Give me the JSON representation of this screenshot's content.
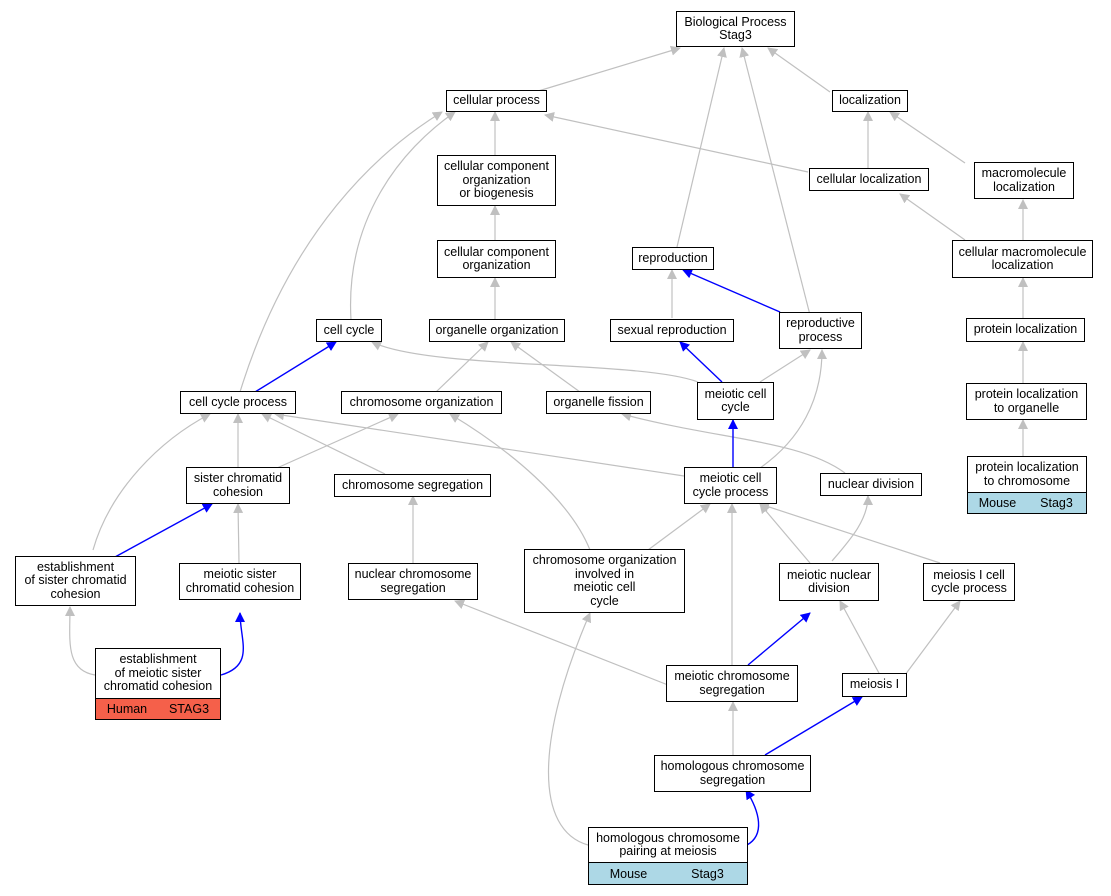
{
  "nodes": {
    "bp": "Biological Process\nStag3",
    "cellular_process": "cellular process",
    "localization": "localization",
    "ccob": "cellular component\norganization\nor biogenesis",
    "cellular_localization": "cellular localization",
    "macromolecule_localization": "macromolecule\nlocalization",
    "cco": "cellular component\norganization",
    "reproduction": "reproduction",
    "cellular_macromolecule_localization": "cellular macromolecule\nlocalization",
    "cell_cycle": "cell cycle",
    "organelle_organization": "organelle organization",
    "sexual_reproduction": "sexual reproduction",
    "reproductive_process": "reproductive\nprocess",
    "protein_localization": "protein localization",
    "cell_cycle_process": "cell cycle process",
    "chromosome_organization": "chromosome organization",
    "organelle_fission": "organelle fission",
    "meiotic_cell_cycle": "meiotic cell\ncycle",
    "protein_localization_to_organelle": "protein localization\nto organelle",
    "sister_chromatid_cohesion": "sister chromatid\ncohesion",
    "chromosome_segregation": "chromosome segregation",
    "meiotic_cell_cycle_process": "meiotic cell\ncycle process",
    "nuclear_division": "nuclear division",
    "protein_localization_to_chromosome": "protein localization\nto chromosome",
    "establishment_sister": "establishment\nof sister chromatid\ncohesion",
    "meiotic_sister": "meiotic sister\nchromatid cohesion",
    "nuclear_chromosome_segregation": "nuclear chromosome\nsegregation",
    "chrom_org_meiotic": "chromosome organization\ninvolved in\nmeiotic cell\ncycle",
    "meiotic_nuclear_division": "meiotic nuclear\ndivision",
    "meiosis_i_cell_cycle": "meiosis I cell\ncycle process",
    "establishment_meiotic": "establishment\nof meiotic sister\nchromatid cohesion",
    "meiotic_chromosome_segregation": "meiotic chromosome\nsegregation",
    "meiosis_i": "meiosis I",
    "homologous_chromosome_segregation": "homologous chromosome\nsegregation",
    "homologous_pairing": "homologous chromosome\npairing at meiosis"
  },
  "tags": {
    "mouse_plc_species": "Mouse",
    "mouse_plc_gene": "Stag3",
    "human_species": "Human",
    "human_gene": "STAG3",
    "mouse_hp_species": "Mouse",
    "mouse_hp_gene": "Stag3"
  },
  "colors": {
    "edge": "#c0c0c0",
    "highlight_edge": "#0000ff",
    "mouse_tag": "#add8e6",
    "human_tag": "#f5604a"
  }
}
